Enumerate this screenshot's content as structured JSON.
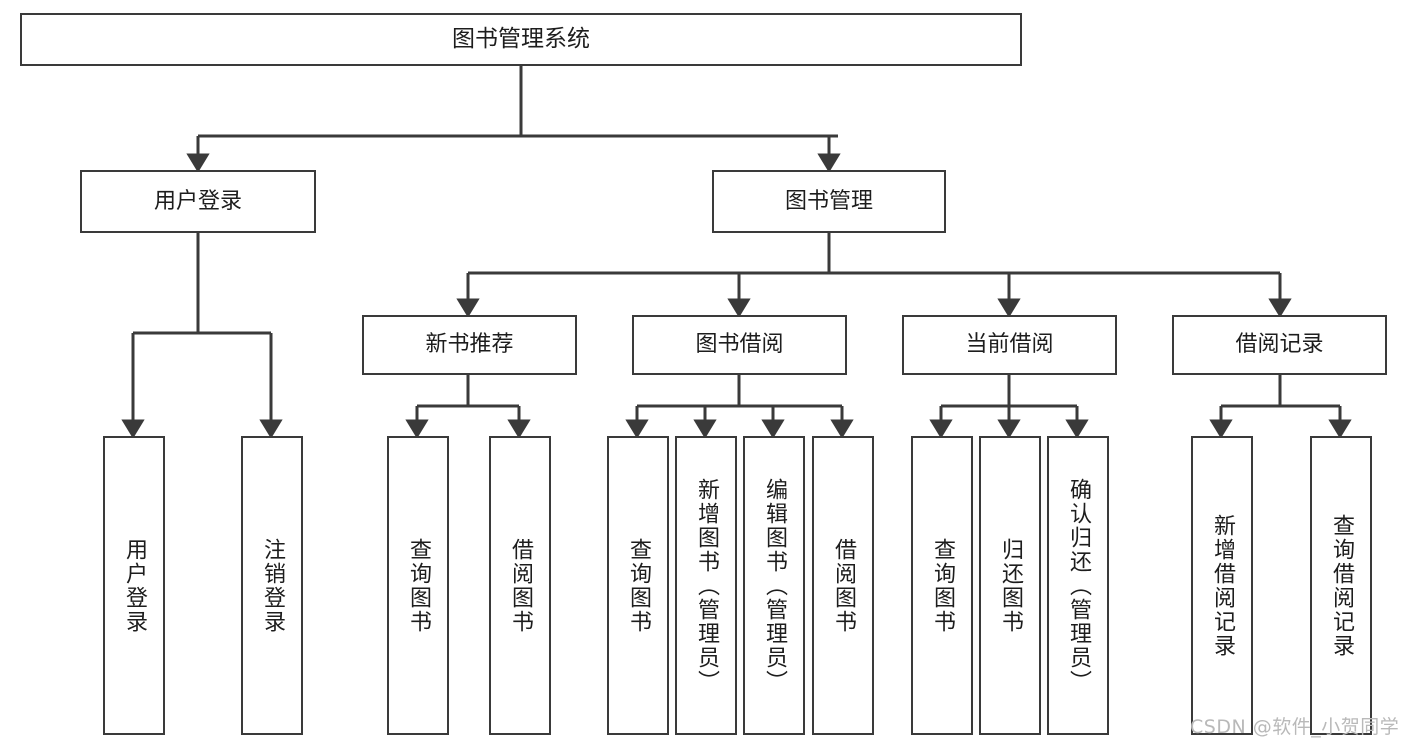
{
  "diagram": {
    "title": "图书管理系统",
    "type": "tree-hierarchy-chart",
    "root": {
      "id": "root",
      "label": "图书管理系统"
    },
    "level2": [
      {
        "id": "user-login",
        "label": "用户登录"
      },
      {
        "id": "book-manage",
        "label": "图书管理"
      }
    ],
    "level3": [
      {
        "id": "new-book-recommend",
        "label": "新书推荐"
      },
      {
        "id": "book-borrow",
        "label": "图书借阅"
      },
      {
        "id": "current-borrow",
        "label": "当前借阅"
      },
      {
        "id": "borrow-record",
        "label": "借阅记录"
      }
    ],
    "leaves": [
      {
        "id": "leaf-user-login",
        "label": "用户登录",
        "parent": "user-login"
      },
      {
        "id": "leaf-logout-login",
        "label": "注销登录",
        "parent": "user-login"
      },
      {
        "id": "leaf-query-book-1",
        "label": "查询图书",
        "parent": "new-book-recommend"
      },
      {
        "id": "leaf-borrow-book-1",
        "label": "借阅图书",
        "parent": "new-book-recommend"
      },
      {
        "id": "leaf-query-book-2",
        "label": "查询图书",
        "parent": "book-borrow"
      },
      {
        "id": "leaf-add-book",
        "label": "新增图书（管理员）",
        "parent": "book-borrow"
      },
      {
        "id": "leaf-edit-book",
        "label": "编辑图书（管理员）",
        "parent": "book-borrow"
      },
      {
        "id": "leaf-borrow-book-2",
        "label": "借阅图书",
        "parent": "book-borrow"
      },
      {
        "id": "leaf-query-book-3",
        "label": "查询图书",
        "parent": "current-borrow"
      },
      {
        "id": "leaf-return-book",
        "label": "归还图书",
        "parent": "current-borrow"
      },
      {
        "id": "leaf-confirm-return",
        "label": "确认归还（管理员）",
        "parent": "current-borrow"
      },
      {
        "id": "leaf-add-record",
        "label": "新增借阅记录",
        "parent": "borrow-record"
      },
      {
        "id": "leaf-query-record",
        "label": "查询借阅记录",
        "parent": "borrow-record"
      }
    ]
  },
  "watermark": {
    "text": "CSDN @软件_小贺同学"
  },
  "colors": {
    "border": "#3a3a3a",
    "background": "#ffffff",
    "text": "#1d1d1d",
    "watermark": "#b9b9b9"
  }
}
